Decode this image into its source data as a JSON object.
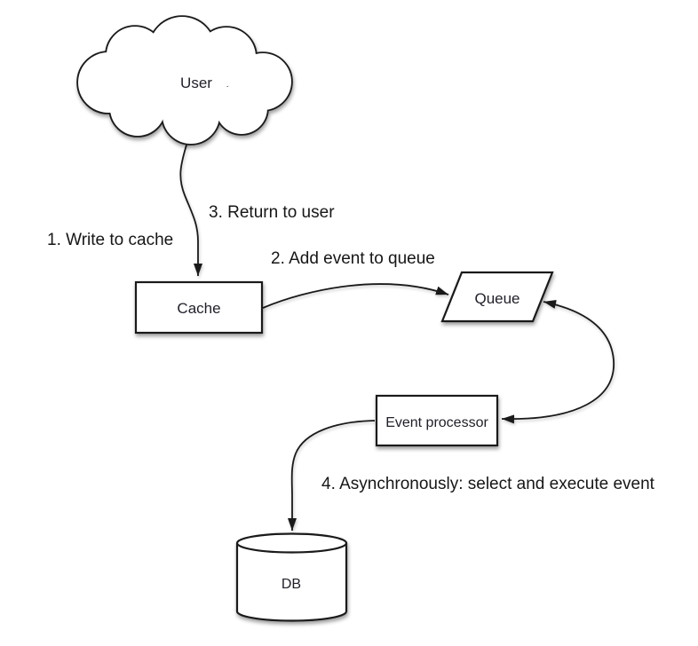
{
  "colors": {
    "background": "#ffffff",
    "stroke": "#1a1a1a",
    "shape_fill": "#ffffff",
    "text": "#1f1f28"
  },
  "nodes": {
    "user": {
      "label": "User",
      "shape": "cloud"
    },
    "cache": {
      "label": "Cache",
      "shape": "rectangle"
    },
    "queue": {
      "label": "Queue",
      "shape": "parallelogram"
    },
    "event_processor": {
      "label": "Event processor",
      "shape": "rectangle"
    },
    "db": {
      "label": "DB",
      "shape": "cylinder"
    }
  },
  "edges": [
    {
      "from": "user",
      "to": "cache",
      "style": "curved-arrow",
      "heads": "end"
    },
    {
      "from": "cache",
      "to": "queue",
      "style": "curved-arrow",
      "heads": "end"
    },
    {
      "from": "event_processor",
      "to": "queue",
      "style": "curved-arrow",
      "heads": "both"
    },
    {
      "from": "event_processor",
      "to": "db",
      "style": "curved-arrow",
      "heads": "end"
    }
  ],
  "annotations": {
    "step1": "1. Write to cache",
    "step2": "2. Add event to queue",
    "step3": "3. Return to user",
    "step4": "4. Asynchronously: select and execute event"
  }
}
